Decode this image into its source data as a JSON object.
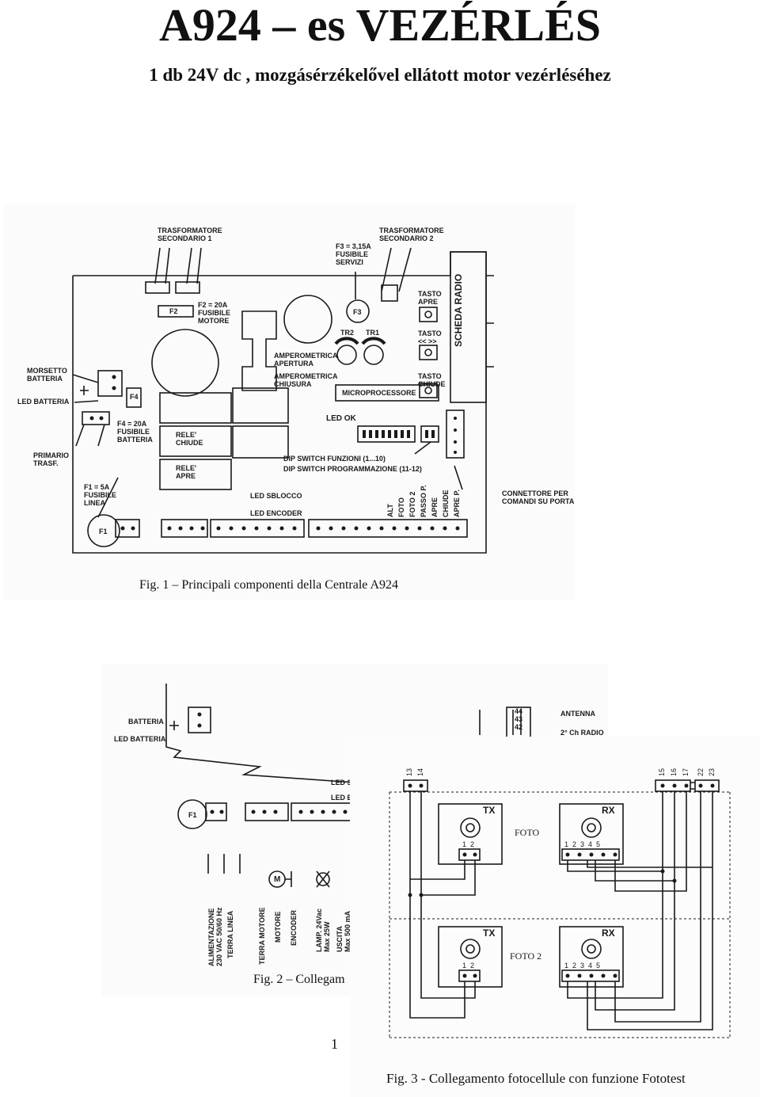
{
  "page": {
    "title": "A924 – es  VEZÉRLÉS",
    "subtitle": "1 db  24V dc , mozgásérzékelővel ellátott motor vezérléséhez",
    "page_number": "1"
  },
  "fig1": {
    "caption": "Fig. 1 – Principali componenti della Centrale A924",
    "labels": {
      "trasf1": "TRASFORMATORE\nSECONDARIO 1",
      "trasf2": "TRASFORMATORE\nSECONDARIO 2",
      "f3": "F3 = 3,15A\nFUSIBILE\nSERVIZI",
      "f2": "F2 = 20A\nFUSIBILE\nMOTORE",
      "f2_tag": "F2",
      "f3_tag": "F3",
      "tasto_apre": "TASTO\nAPRE",
      "tasto_mid": "TASTO\n<< >>",
      "tasto_chiude": "TASTO\nCHIUDE",
      "scheda_radio": "SCHEDA RADIO",
      "tr2": "TR2",
      "tr1": "TR1",
      "amp_apertura": "AMPEROMETRICA\nAPERTURA",
      "amp_chiusura": "AMPEROMETRICA\nCHIUSURA",
      "micro": "MICROPROCESSORE",
      "led_ok": "LED OK",
      "morsetto": "MORSETTO\nBATTERIA",
      "led_batteria": "LED BATTERIA",
      "f4_tag": "F4",
      "f4": "F4 = 20A\nFUSIBILE\nBATTERIA",
      "rele_chiude": "RELE'\nCHIUDE",
      "rele_apre": "RELE'\nAPRE",
      "primario": "PRIMARIO\nTRASF.",
      "f1": "F1 = 5A\nFUSIBILE\nLINEA",
      "f1_tag": "F1",
      "dip_funz": "DIP SWITCH FUNZIONI (1...10)",
      "dip_prog": "DIP SWITCH PROGRAMMAZIONE (11-12)",
      "led_sblocco": "LED SBLOCCO",
      "led_encoder": "LED ENCODER",
      "connettore": "CONNETTORE PER\nCOMANDI SU PORTA",
      "leds": [
        "ALT",
        "FOTO",
        "FOTO 2",
        "PASSO P.",
        "APRE",
        "CHIUDE",
        "APRE P."
      ]
    }
  },
  "fig2": {
    "caption": "Fig. 2 – Collegam",
    "labels": {
      "batteria": "BATTERIA",
      "led_batteria": "LED BATTERIA",
      "antenna": "ANTENNA",
      "radio": "2° Ch RADIO",
      "led_sb": "LED SB",
      "led_en": "LED EN",
      "f1_tag": "F1",
      "alimentazione": "ALIMENTAZIONE\n230 VAC 50/60 Hz",
      "terra_linea": "TERRA LINEA",
      "terra_motore": "TERRA MOTORE",
      "motore": "MOTORE",
      "encoder": "ENCODER",
      "lamp": "LAMP. 24Vac\nMax 25W",
      "uscita": "USCITA\nMax 500 mA",
      "m": "M",
      "terminals_44_42": "44\n43\n42"
    }
  },
  "fig3": {
    "caption": "Fig. 3 - Collegamento fotocellule con funzione Fototest",
    "labels": {
      "tx1": "TX",
      "rx1": "RX",
      "foto1": "FOTO",
      "tx2": "TX",
      "rx2": "RX",
      "foto2": "FOTO 2",
      "t13": "13",
      "t14": "14",
      "t15": "15",
      "t16": "16",
      "t17": "17",
      "t22": "22",
      "t23": "23",
      "tx_pins": "1  2",
      "rx_pins": "1  2  3  4  5"
    }
  },
  "colors": {
    "ink": "#1a1a1a",
    "paper": "#ffffff",
    "scan": "#f6f6f6"
  }
}
